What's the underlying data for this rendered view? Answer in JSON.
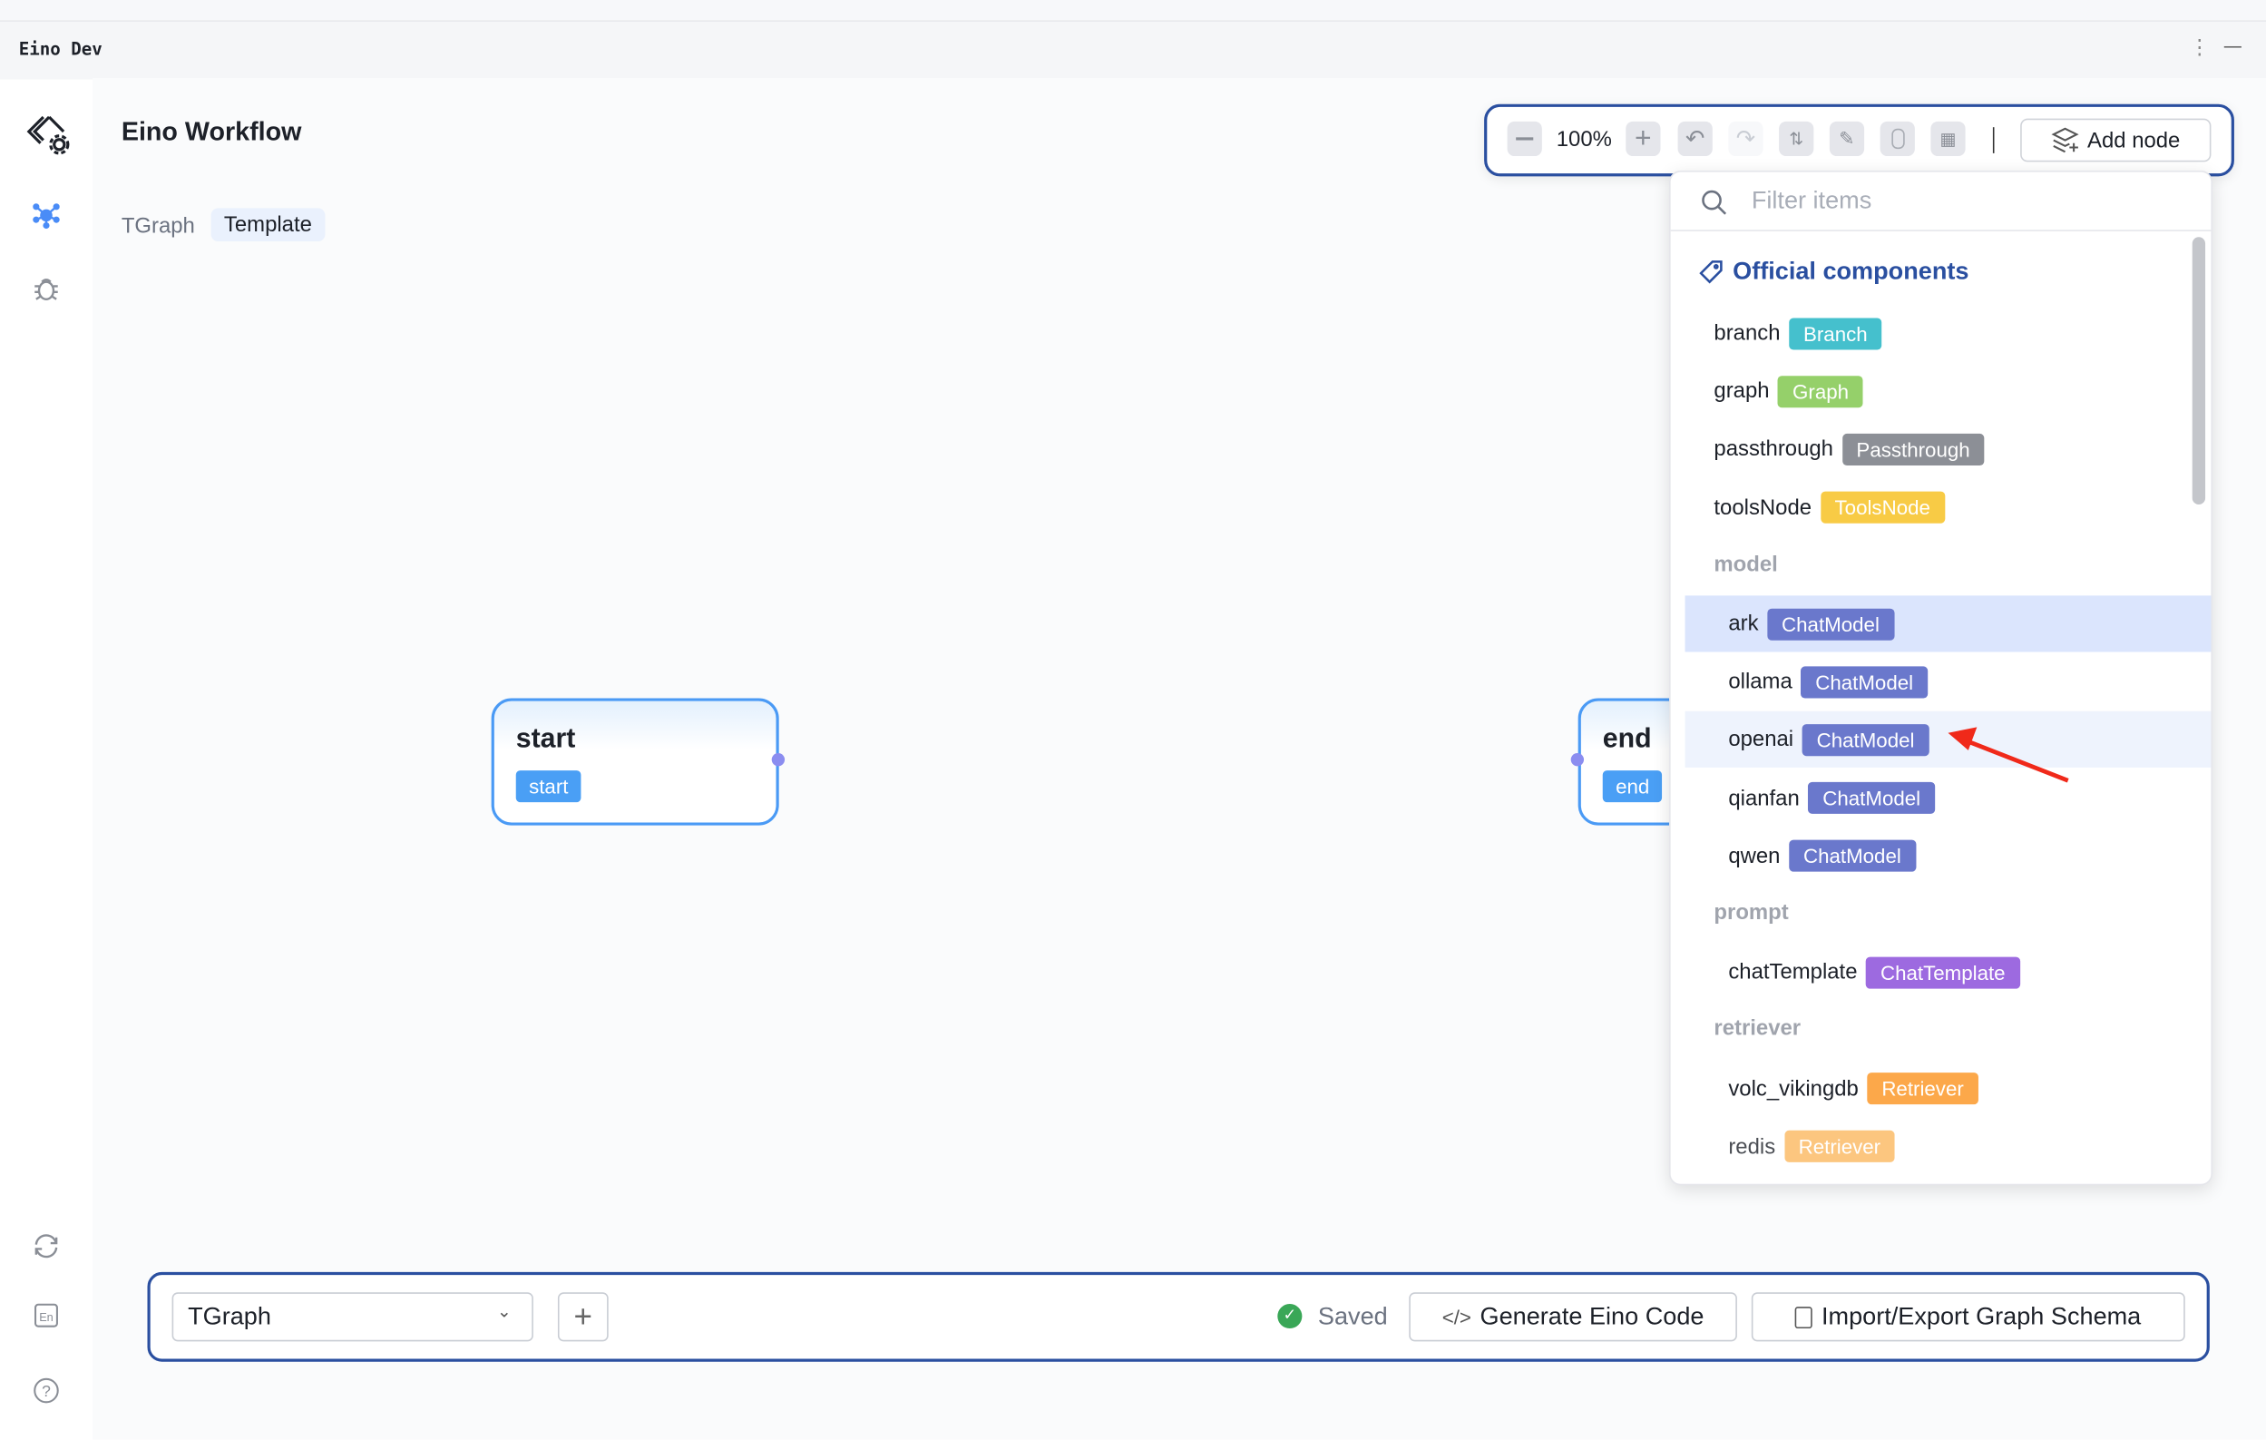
{
  "app": {
    "title": "Eino Dev",
    "menu_icon": "more-vertical-icon",
    "minimize_icon": "minimize-icon"
  },
  "sidebar": {
    "items": [
      {
        "icon": "logo-icon"
      },
      {
        "icon": "workflow-icon",
        "active": true
      },
      {
        "icon": "debug-icon"
      }
    ],
    "bottom": [
      {
        "icon": "refresh-icon"
      },
      {
        "icon": "language-icon",
        "label": "En"
      },
      {
        "icon": "help-icon"
      }
    ]
  },
  "header": {
    "title": "Eino Workflow",
    "breadcrumb": "TGraph",
    "chip": "Template"
  },
  "toolbar": {
    "zoom": "100%",
    "add_node": "Add node"
  },
  "panel": {
    "search_placeholder": "Filter items",
    "section": "Official components",
    "items": [
      {
        "name": "branch",
        "tag": "Branch",
        "color": "#45c0cd"
      },
      {
        "name": "graph",
        "tag": "Graph",
        "color": "#95d06a"
      },
      {
        "name": "passthrough",
        "tag": "Passthrough",
        "color": "#8c8f96"
      },
      {
        "name": "toolsNode",
        "tag": "ToolsNode",
        "color": "#f8cb45"
      }
    ],
    "groups": [
      {
        "label": "model",
        "items": [
          {
            "name": "ark",
            "tag": "ChatModel",
            "color": "#6a78cc",
            "state": "selected"
          },
          {
            "name": "ollama",
            "tag": "ChatModel",
            "color": "#6a78cc"
          },
          {
            "name": "openai",
            "tag": "ChatModel",
            "color": "#6a78cc",
            "state": "hover"
          },
          {
            "name": "qianfan",
            "tag": "ChatModel",
            "color": "#6a78cc"
          },
          {
            "name": "qwen",
            "tag": "ChatModel",
            "color": "#6a78cc"
          }
        ]
      },
      {
        "label": "prompt",
        "items": [
          {
            "name": "chatTemplate",
            "tag": "ChatTemplate",
            "color": "#9d6ae0"
          }
        ]
      },
      {
        "label": "retriever",
        "items": [
          {
            "name": "volc_vikingdb",
            "tag": "Retriever",
            "color": "#fca84a"
          },
          {
            "name": "redis",
            "tag": "Retriever",
            "color": "#fcb860"
          }
        ]
      }
    ]
  },
  "nodes": [
    {
      "title": "start",
      "tag": "start"
    },
    {
      "title": "end",
      "tag": "end"
    }
  ],
  "bottom": {
    "graph_select": "TGraph",
    "status": "Saved",
    "generate": "Generate Eino Code",
    "import_export": "Import/Export Graph Schema"
  },
  "colors": {
    "accent": "#2a4fa0",
    "node_border": "#4a9af5",
    "annotation_arrow": "#f0291a"
  }
}
